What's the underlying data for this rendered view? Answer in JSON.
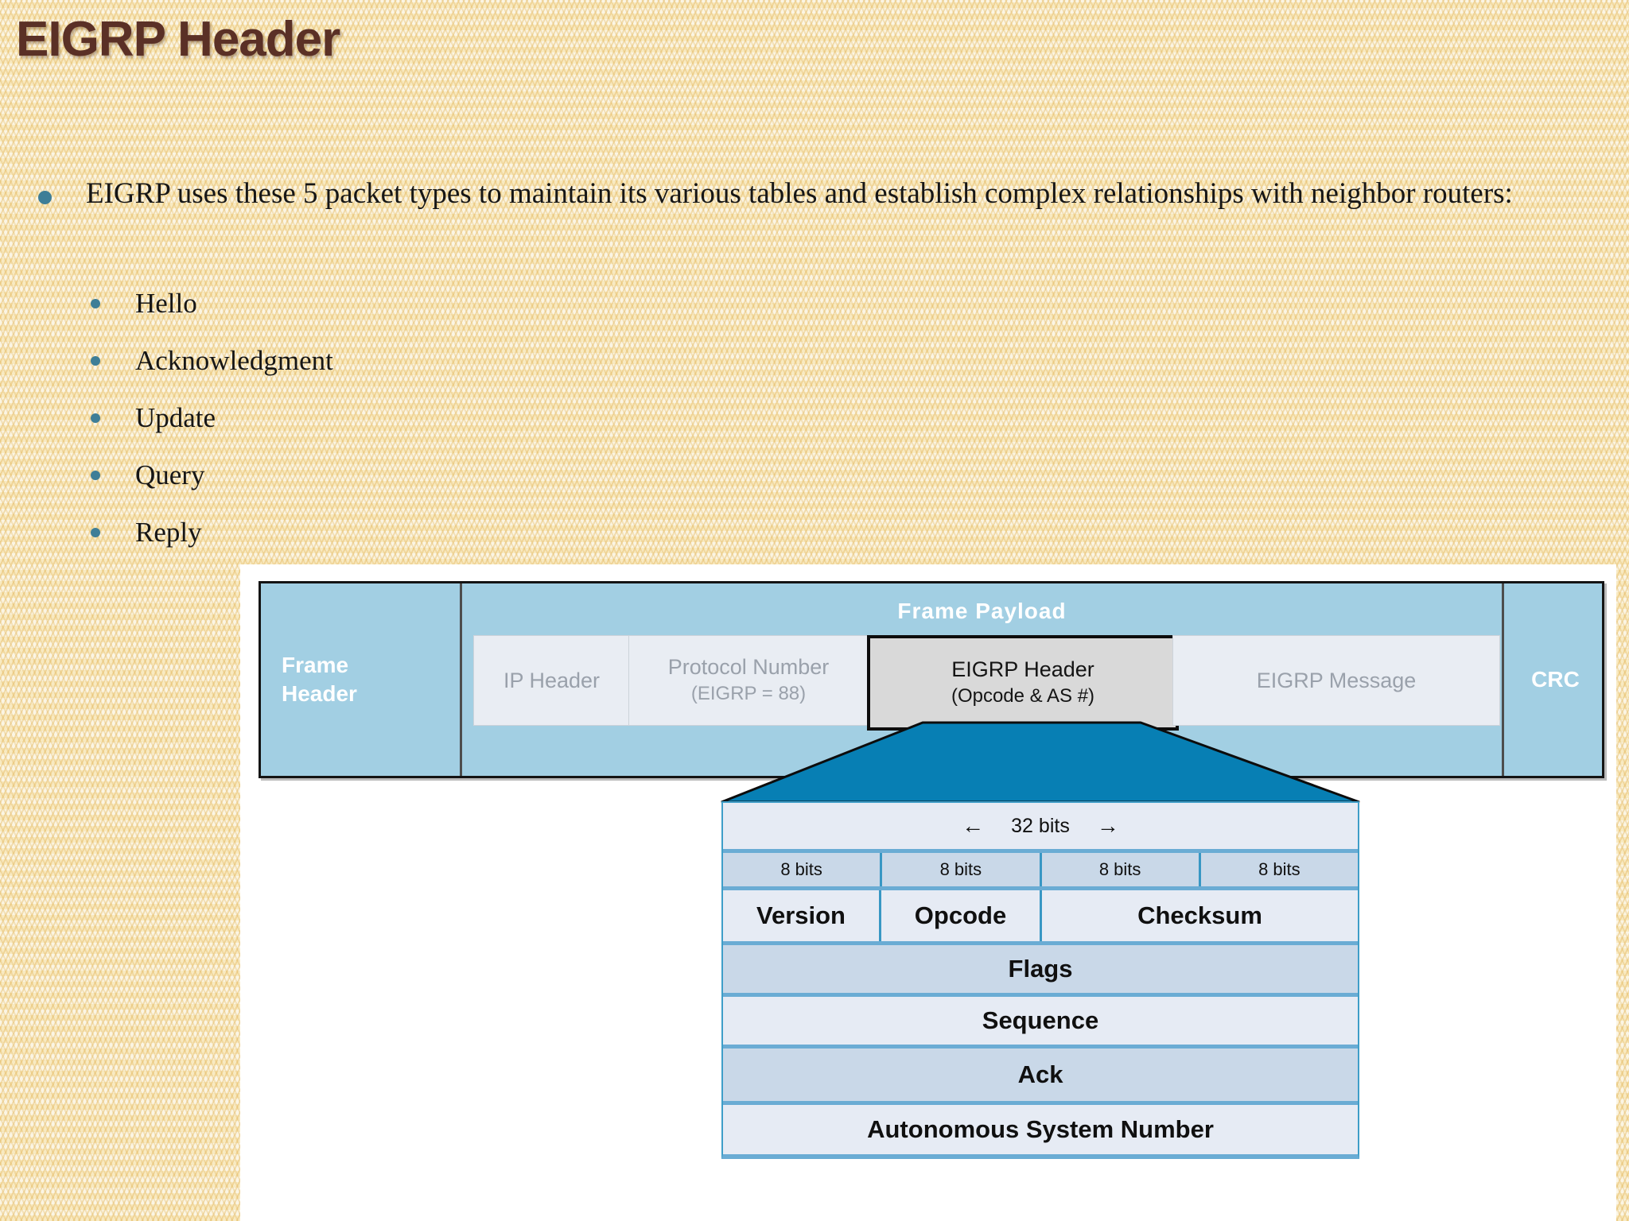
{
  "slide": {
    "title": "EIGRP Header",
    "intro_bullet": "EIGRP uses these 5 packet types to maintain its various tables and establish complex relationships with neighbor routers:",
    "packet_types": [
      "Hello",
      "Acknowledgment",
      "Update",
      "Query",
      "Reply"
    ]
  },
  "frame_diagram": {
    "frame_header_label": "Frame\nHeader",
    "payload_title": "Frame Payload",
    "cells": {
      "ip_header": "IP Header",
      "protocol_number_line1": "Protocol Number",
      "protocol_number_line2": "(EIGRP = 88)",
      "eigrp_header_line1": "EIGRP Header",
      "eigrp_header_line2": "(Opcode & AS #)",
      "eigrp_message": "EIGRP Message",
      "crc": "CRC"
    }
  },
  "header_table": {
    "left_arrow": "←",
    "width_label": "32 bits",
    "right_arrow": "→",
    "bit_labels": [
      "8 bits",
      "8 bits",
      "8 bits",
      "8 bits"
    ],
    "byte_fields": [
      "Version",
      "Opcode",
      "Checksum"
    ],
    "word_fields": [
      "Flags",
      "Sequence",
      "Ack",
      "Autonomous System Number"
    ]
  },
  "colors": {
    "title_brown": "#5a3026",
    "bullet_teal": "#3e7e97",
    "frame_light_blue": "#a2cfe3",
    "gray_cell": "#e9edf3",
    "eigrp_cell_gray": "#d9d9d9",
    "trapezoid_blue": "#077fb4",
    "table_row_light": "#e6ebf4",
    "table_row_dark": "#c9d8e8",
    "table_border_blue": "#3f9ec8",
    "slide_background": "#faf4e2"
  }
}
